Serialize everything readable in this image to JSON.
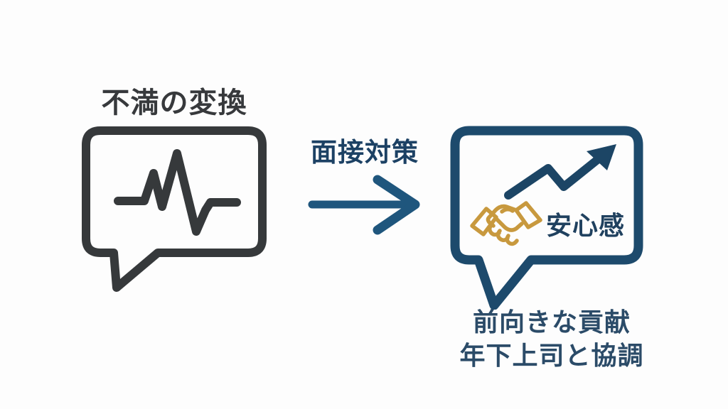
{
  "diagram": {
    "background_color": "#fdfdfd",
    "left": {
      "title": "不満の変換",
      "icon": "speech-bubble-with-pulse-line",
      "color": "#36393b"
    },
    "center": {
      "label": "面接対策",
      "icon": "right-arrow",
      "color": "#1f567d"
    },
    "right": {
      "bubble_label": "安心感",
      "icons": [
        "rising-trend-arrow",
        "handshake"
      ],
      "captions": [
        "前向きな貢献",
        "年下上司と協調"
      ],
      "bubble_color": "#1d4a6c",
      "trend_color": "#1c4565",
      "handshake_color": "#c8993e",
      "text_color": "#2b4b68"
    }
  }
}
